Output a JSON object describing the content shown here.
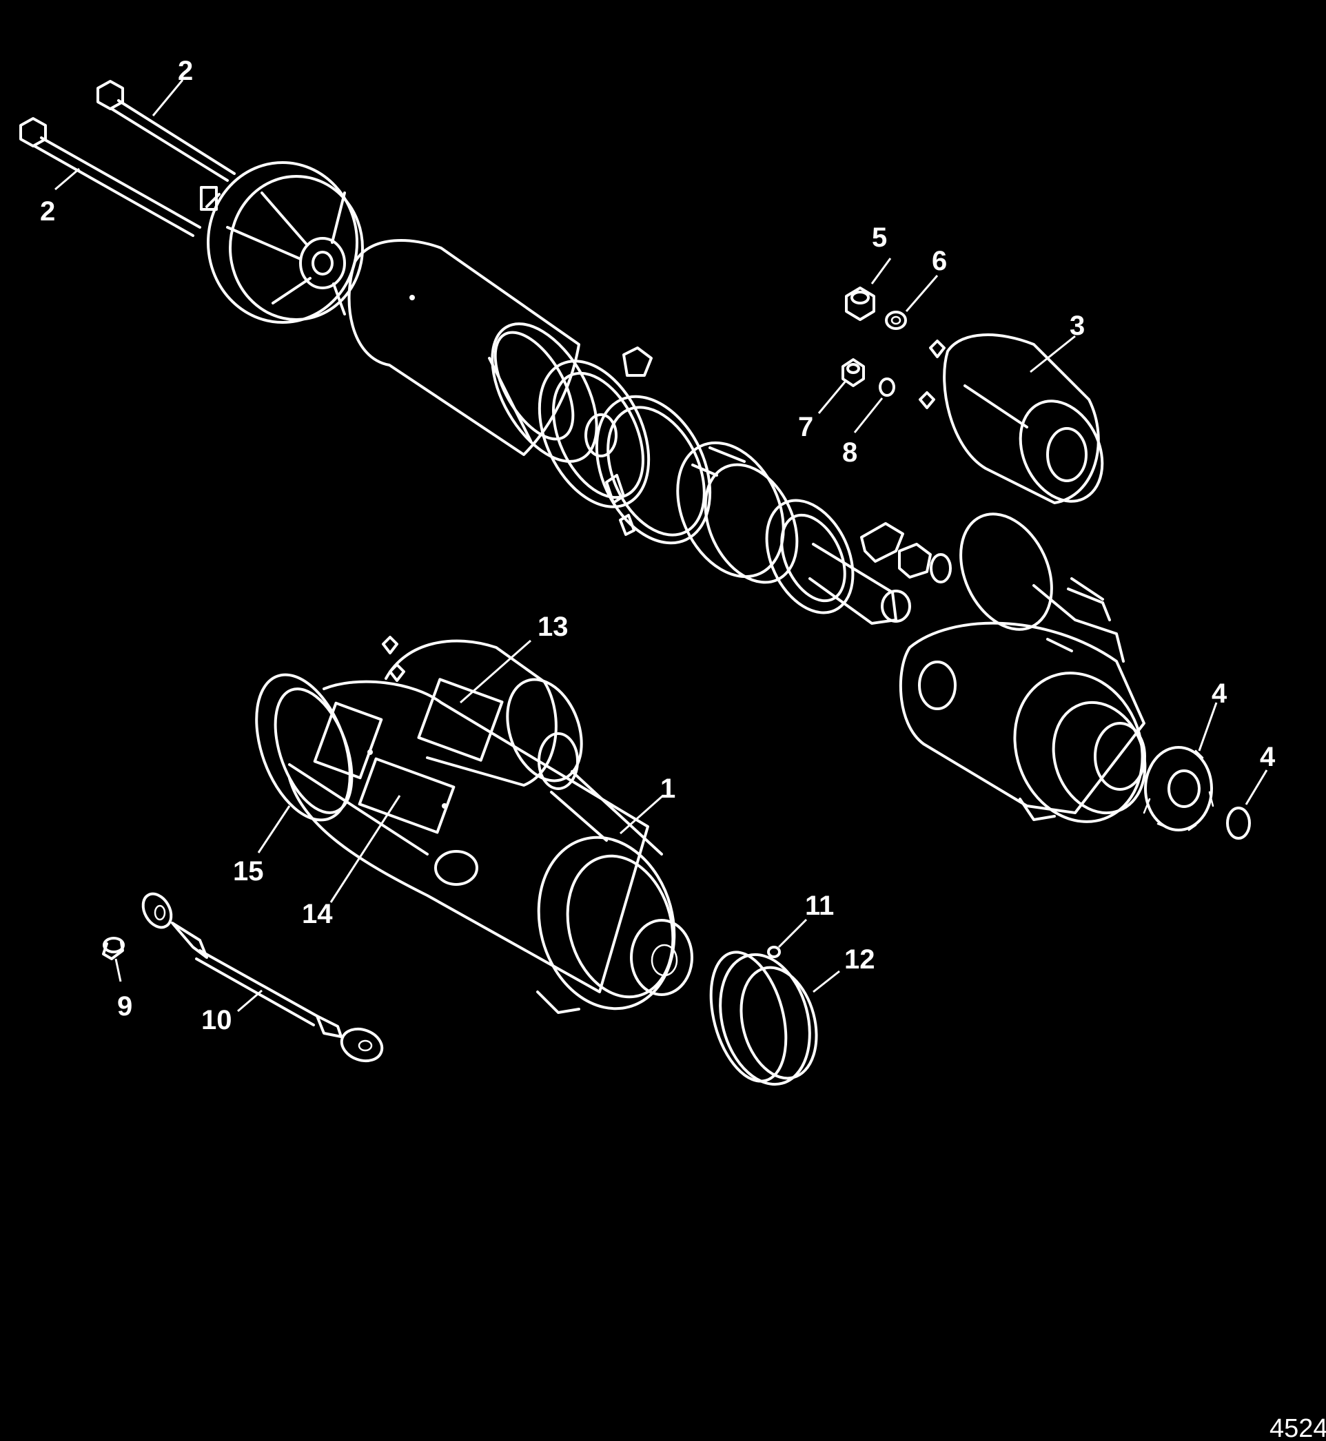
{
  "figure_number": "4524",
  "callouts": {
    "c1": "1",
    "c2a": "2",
    "c2b": "2",
    "c3": "3",
    "c4a": "4",
    "c4b": "4",
    "c5": "5",
    "c6": "6",
    "c7": "7",
    "c8": "8",
    "c9": "9",
    "c10": "10",
    "c11": "11",
    "c12": "12",
    "c13": "13",
    "c14": "14",
    "c15": "15"
  }
}
